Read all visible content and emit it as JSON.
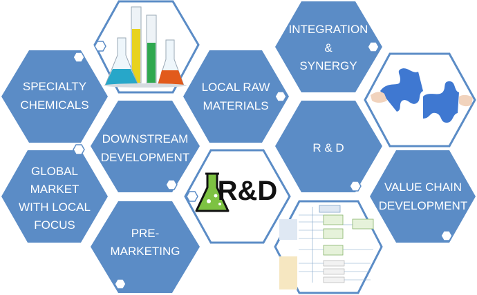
{
  "hexagons": {
    "specialty_chemicals": [
      "SPECIALTY",
      "CHEMICALS"
    ],
    "downstream_development": [
      "DOWNSTREAM",
      "DEVELOPMENT"
    ],
    "local_raw_materials": [
      "LOCAL RAW",
      "MATERIALS"
    ],
    "integration_synergy": [
      "INTEGRATION",
      "&",
      "SYNERGY"
    ],
    "r_and_d": [
      "R & D"
    ],
    "global_market": [
      "GLOBAL",
      "MARKET",
      "WITH LOCAL",
      "FOCUS"
    ],
    "pre_marketing": [
      "PRE-",
      "MARKETING"
    ],
    "value_chain_development": [
      "VALUE CHAIN",
      "DEVELOPMENT"
    ]
  },
  "logo": {
    "letters": "R&D"
  },
  "colors": {
    "hex_blue": "#5b8cc6",
    "text": "#ffffff",
    "flask_green": "#7dc242"
  }
}
